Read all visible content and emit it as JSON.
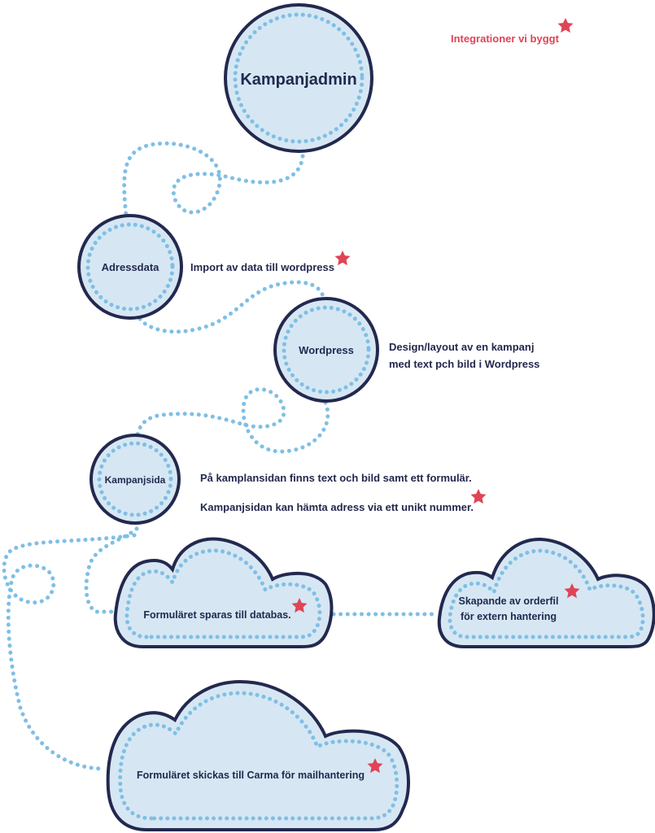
{
  "legend": {
    "label": "Integrationer vi byggt",
    "icon": "star-icon",
    "color": "#e04455"
  },
  "colors": {
    "node_fill": "#d6e7f3",
    "node_stroke": "#23294e",
    "path": "#7fbfe5",
    "star": "#e04455",
    "text": "#23294e"
  },
  "nodes": {
    "kampanjadmin": {
      "label": "Kampanjadmin"
    },
    "adressdata": {
      "label": "Adressdata"
    },
    "wordpress": {
      "label": "Wordpress"
    },
    "kampanjsida": {
      "label": "Kampanjsida"
    },
    "databas": {
      "label": "Formuläret sparas till databas."
    },
    "orderfil": {
      "label_line1": "Skapande av orderfil",
      "label_line2": "för extern hantering"
    },
    "carma": {
      "label": "Formuläret skickas till Carma för mailhantering"
    }
  },
  "notes": {
    "import": "Import av data till wordpress",
    "design_line1": "Design/layout av en kampanj",
    "design_line2": "med text pch bild i Wordpress",
    "kampanjsida_line1": "På kamplansidan finns text och bild samt ett formulär.",
    "kampanjsida_line2": "Kampanjsidan kan hämta adress via ett unikt nummer."
  }
}
